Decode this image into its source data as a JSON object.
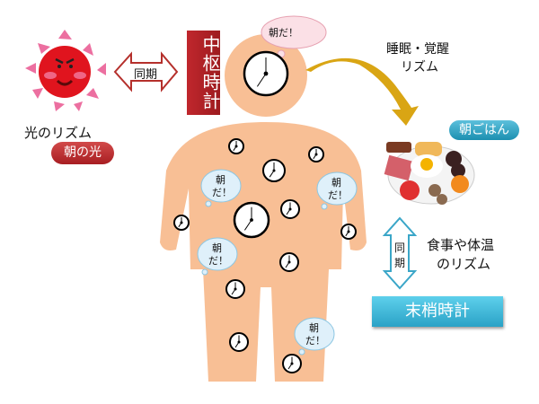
{
  "sun": {
    "label": "光のリズム",
    "badge": "朝の光"
  },
  "sync_left": "同期",
  "central_clock": "中枢時計",
  "sleep_rhythm": {
    "line1": "睡眠・覚醒",
    "line2": "リズム"
  },
  "breakfast_badge": "朝ごはん",
  "sync_right": {
    "line1": "同",
    "line2": "期"
  },
  "meal_rhythm": {
    "line1": "食事や体温",
    "line2": "のリズム"
  },
  "peripheral_clock": "末梢時計",
  "head_bubble": "朝だ！",
  "body_bubbles": [
    {
      "line1": "朝",
      "line2": "だ！"
    },
    {
      "line1": "朝",
      "line2": "だ！"
    },
    {
      "line1": "朝",
      "line2": "だ！"
    },
    {
      "line1": "朝",
      "line2": "だ！"
    }
  ],
  "colors": {
    "skin": "#f8bf95",
    "red": "#c0272d",
    "blue": "#2aa6c9",
    "gold": "#d9a514"
  }
}
